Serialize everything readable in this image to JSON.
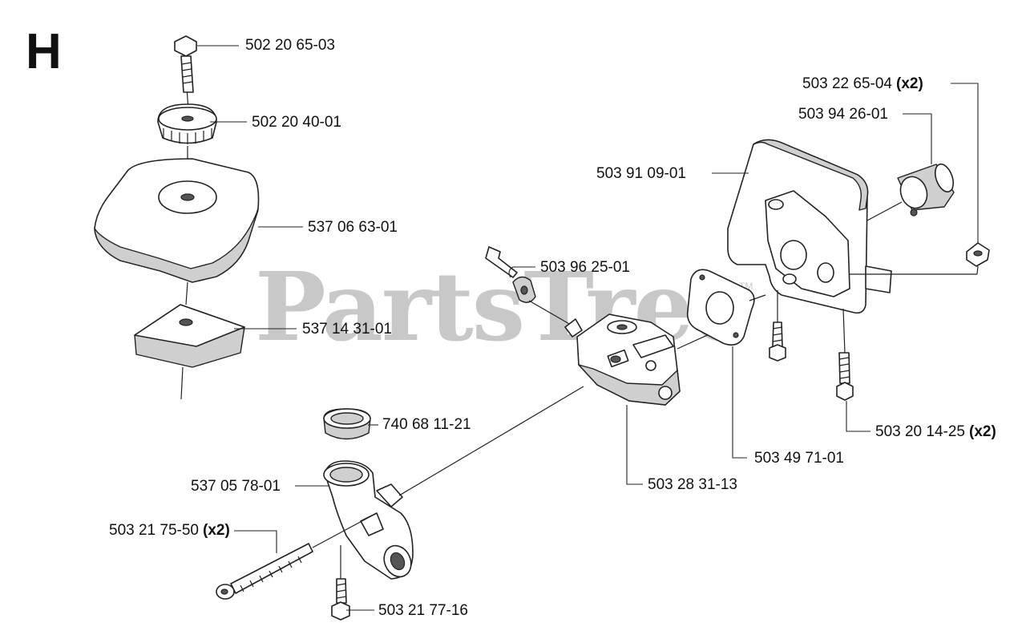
{
  "section_letter": "H",
  "watermark": "PartsTree",
  "watermark_tm": "TM",
  "labels": {
    "bolt_top": "502 20 65-03",
    "knob": "502 20 40-01",
    "air_cover": "537 06 63-01",
    "air_filter": "537 14 31-01",
    "choke_lever": "503 96 25-01",
    "gasket_ring": "740 68 11-21",
    "intake_elbow": "537 05 78-01",
    "long_screw": {
      "part": "503 21 75-50",
      "qty": "(x2)"
    },
    "bottom_screw": "503 21 77-16",
    "carburetor": "503 28 31-13",
    "carb_gasket": "503 49 71-01",
    "housing_screw": {
      "part": "503 20 14-25",
      "qty": "(x2)"
    },
    "housing": "503 91 09-01",
    "sleeve": "503 94 26-01",
    "nut": {
      "part": "503 22 65-04",
      "qty": "(x2)"
    }
  }
}
